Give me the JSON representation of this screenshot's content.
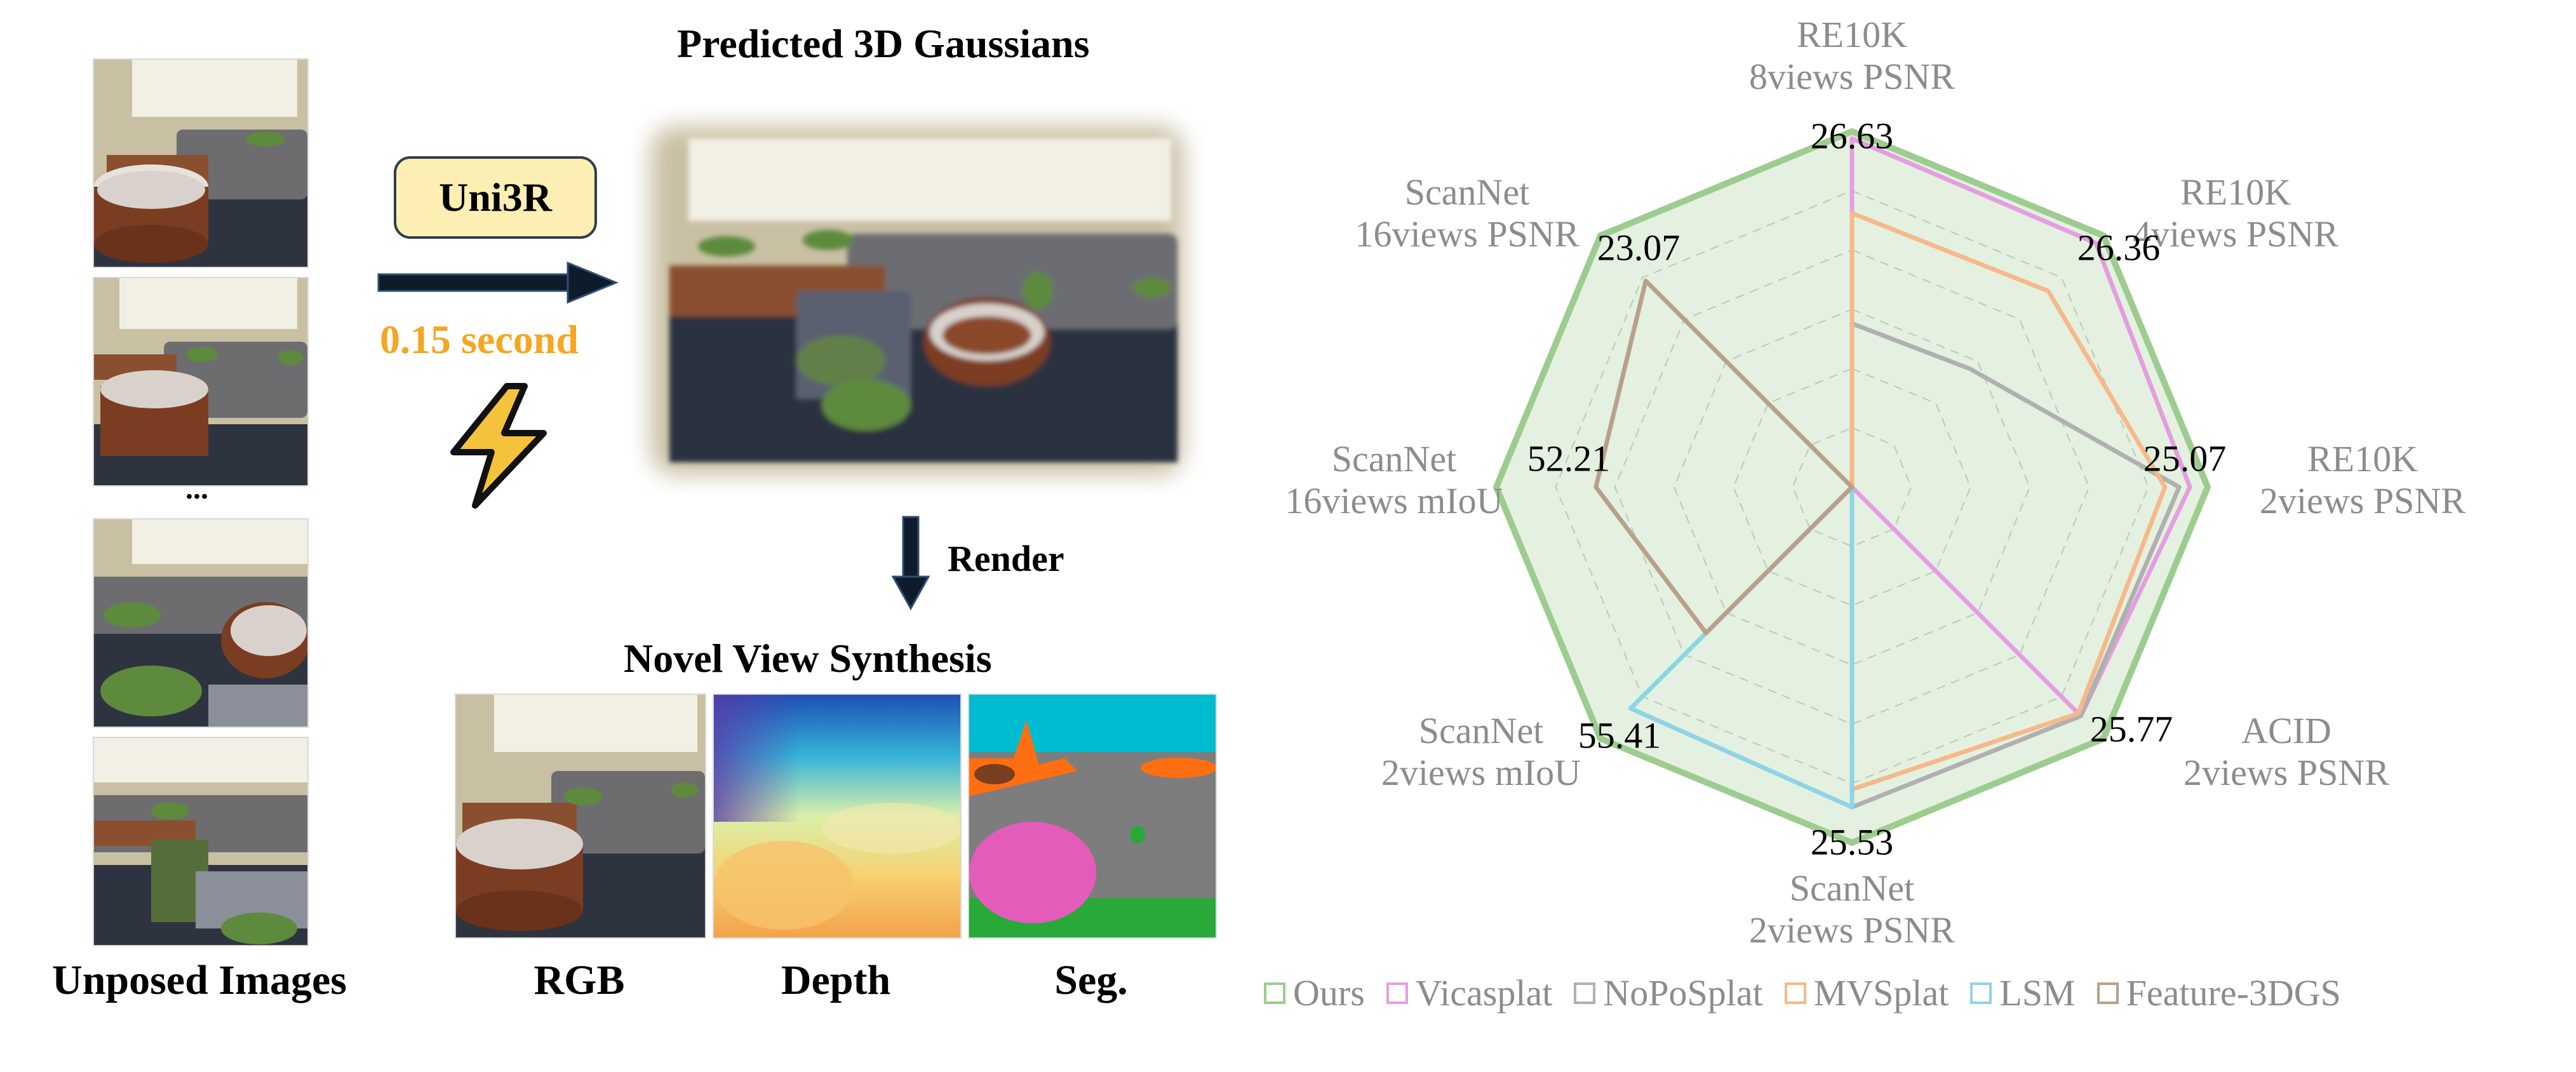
{
  "pipeline": {
    "predicted_title": "Predicted 3D Gaussians",
    "model_label": "Uni3R",
    "speed_label": "0.15 second",
    "render_label": "Render",
    "nvs_title": "Novel View Synthesis",
    "ellipsis": "...",
    "captions": {
      "unposed": "Unposed Images",
      "rgb": "RGB",
      "depth": "Depth",
      "seg": "Seg."
    }
  },
  "chart_data": {
    "type": "radar",
    "axes": [
      {
        "label_lines": [
          "RE10K",
          "8views PSNR"
        ],
        "value_label": "26.63"
      },
      {
        "label_lines": [
          "RE10K",
          "4views PSNR"
        ],
        "value_label": "26.36"
      },
      {
        "label_lines": [
          "RE10K",
          "2views PSNR"
        ],
        "value_label": "25.07"
      },
      {
        "label_lines": [
          "ACID",
          "2views PSNR"
        ],
        "value_label": "25.77"
      },
      {
        "label_lines": [
          "ScanNet",
          "2views PSNR"
        ],
        "value_label": "25.53"
      },
      {
        "label_lines": [
          "ScanNet",
          "2views mIoU"
        ],
        "value_label": "55.41"
      },
      {
        "label_lines": [
          "ScanNet",
          "16views mIoU"
        ],
        "value_label": "52.21"
      },
      {
        "label_lines": [
          "ScanNet",
          "16views PSNR"
        ],
        "value_label": "23.07"
      }
    ],
    "grid": true,
    "scale": [
      0,
      1
    ],
    "series": [
      {
        "name": "Ours",
        "color": "#9dcc8f",
        "fill": true,
        "values": [
          1.0,
          1.0,
          1.0,
          1.0,
          1.0,
          1.0,
          1.0,
          1.0
        ]
      },
      {
        "name": "Vicasplat",
        "color": "#e49ee0",
        "fill": false,
        "values": [
          0.98,
          0.97,
          0.95,
          0.91,
          0.0,
          0.0,
          0.0,
          0.0
        ]
      },
      {
        "name": "NoPoSplat",
        "color": "#b0b0b0",
        "fill": false,
        "values": [
          0.46,
          0.47,
          0.92,
          0.91,
          0.9,
          0.0,
          0.0,
          0.0
        ]
      },
      {
        "name": "MVSplat",
        "color": "#f5b98a",
        "fill": false,
        "values": [
          0.77,
          0.78,
          0.88,
          0.9,
          0.85,
          0.0,
          0.0,
          0.0
        ]
      },
      {
        "name": "LSM",
        "color": "#8fd3e6",
        "fill": false,
        "values": [
          0.0,
          0.0,
          0.0,
          0.0,
          0.9,
          0.88,
          0.0,
          0.0
        ]
      },
      {
        "name": "Feature-3DGS",
        "color": "#b9a08a",
        "fill": false,
        "values": [
          0.0,
          0.0,
          0.0,
          0.0,
          0.0,
          0.58,
          0.72,
          0.82
        ]
      }
    ]
  },
  "legend_items": [
    {
      "label": "Ours",
      "color": "#9dcc8f"
    },
    {
      "label": "Vicasplat",
      "color": "#e49ee0"
    },
    {
      "label": "NoPoSplat",
      "color": "#b0b0b0"
    },
    {
      "label": "MVSplat",
      "color": "#f5b98a"
    },
    {
      "label": "LSM",
      "color": "#8fd3e6"
    },
    {
      "label": "Feature-3DGS",
      "color": "#b9a08a"
    }
  ]
}
